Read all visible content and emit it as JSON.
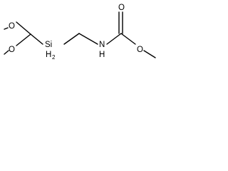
{
  "molecule": {
    "atoms": {
      "o_top": "O",
      "o_bottom": "O",
      "si": "Si",
      "si_h": "H",
      "si_h_count": "2",
      "n": "N",
      "n_h": "H",
      "o_carbonyl": "O",
      "o_ester": "O"
    },
    "colors": {
      "bond": "#000000",
      "text": "#000000",
      "background": "#ffffff"
    }
  }
}
